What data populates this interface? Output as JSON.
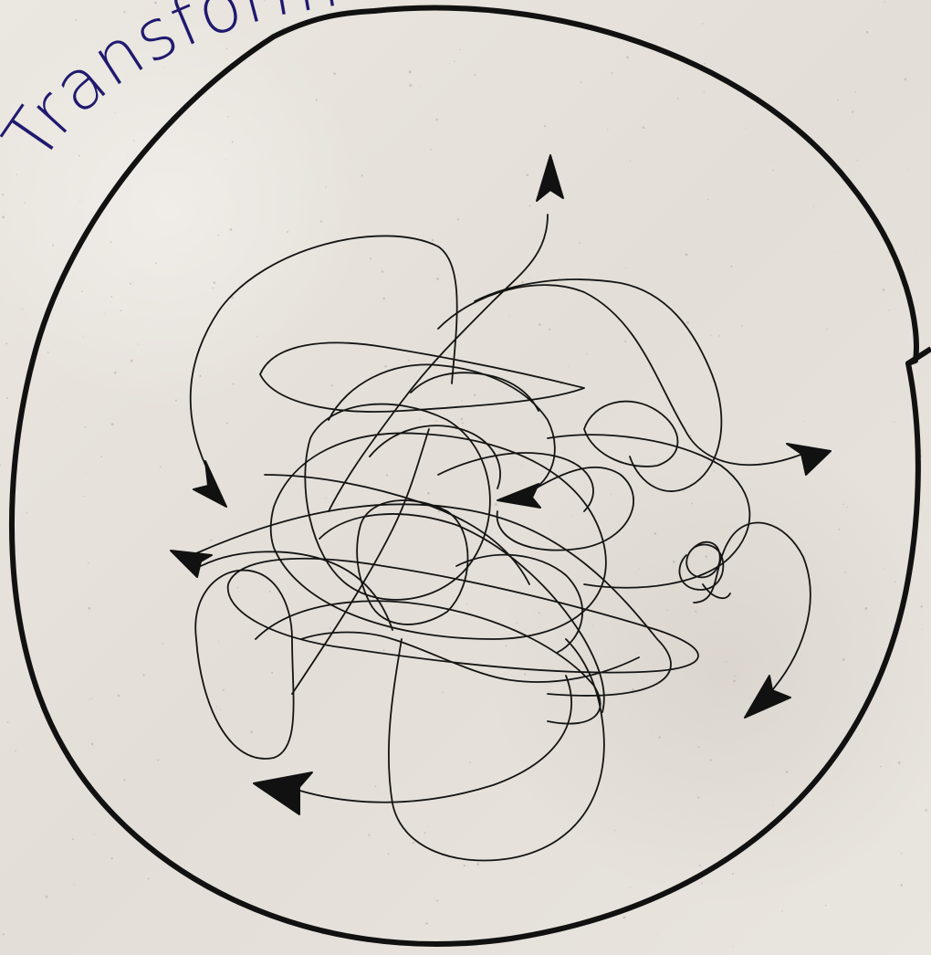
{
  "title": {
    "text": "Transform",
    "color": "#1f1a6e"
  },
  "colors": {
    "paper": "#e6e2dc",
    "ink": "#111111",
    "speck": "#9a8f80"
  },
  "arrowheads": [
    "arrow-top",
    "arrow-left-upper",
    "arrow-left-middle",
    "arrow-center",
    "arrow-right-upper",
    "arrow-right-lower",
    "arrow-bottom-left"
  ]
}
